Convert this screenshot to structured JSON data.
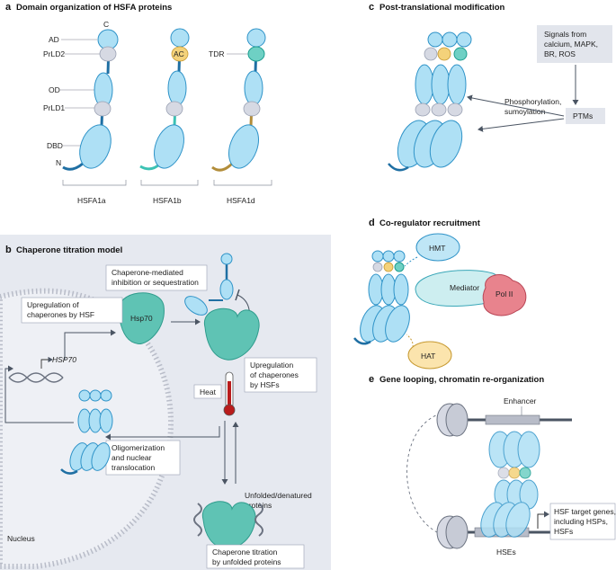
{
  "panel_a": {
    "letter": "a",
    "title": "Domain organization of HSFA proteins",
    "labels": {
      "c": "C",
      "ad": "AD",
      "prld2": "PrLD2",
      "od": "OD",
      "prld1": "PrLD1",
      "dbd": "DBD",
      "n": "N",
      "ac": "AC",
      "tdr": "TDR"
    },
    "proteins": [
      "HSFA1a",
      "HSFA1b",
      "HSFA1d"
    ]
  },
  "panel_b": {
    "letter": "b",
    "title": "Chaperone titration model",
    "inhibition": [
      "Chaperone-mediated",
      "inhibition or sequestration"
    ],
    "upregulation_hsf": [
      "Upregulation of",
      "chaperones by HSF"
    ],
    "hsp70_protein": "Hsp70",
    "hsp70_gene": "HSP70",
    "upregulation_hsfs": [
      "Upregulation",
      "of chaperones",
      "by HSFs"
    ],
    "heat": "Heat",
    "oligomerization": [
      "Oligomerization",
      "and nuclear",
      "translocation"
    ],
    "unfolded": [
      "Unfolded/denatured",
      "proteins"
    ],
    "nucleus": "Nucleus",
    "titration": [
      "Chaperone titration",
      "by unfolded proteins"
    ]
  },
  "panel_c": {
    "letter": "c",
    "title": "Post-translational modification",
    "signals": [
      "Signals from",
      "calcium, MAPK,",
      "BR, ROS"
    ],
    "modification": [
      "Phosphorylation,",
      "sumoylation"
    ],
    "ptms": "PTMs"
  },
  "panel_d": {
    "letter": "d",
    "title": "Co-regulator recruitment",
    "hmt": "HMT",
    "mediator": "Mediator",
    "pol2": "Pol II",
    "hat": "HAT"
  },
  "panel_e": {
    "letter": "e",
    "title": "Gene looping, chromatin re-organization",
    "enhancer": "Enhancer",
    "targets": [
      "HSF target genes,",
      "including HSPs,",
      "HSFs"
    ],
    "hses": "HSEs"
  },
  "colors": {
    "domain_blue": "#aee0f5",
    "outline_blue": "#2f93c8",
    "dark_blue": "#1f6fa3",
    "teal": "#6ed0c4",
    "chaperone": "#5fc3b4",
    "gold": "#c8a14a",
    "yellow": "#f4d27a",
    "panel_b_bg": "#e6e9f0",
    "mediator": "#cdeef0",
    "pol2": "#e8838d",
    "hat": "#fbe4ad"
  }
}
